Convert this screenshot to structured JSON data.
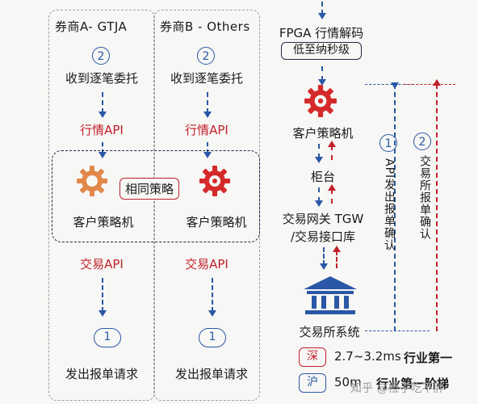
{
  "left": {
    "broker_a_title": "券商A- GTJA",
    "broker_b_title": "券商B - Others",
    "step2_num": "2",
    "step1_num": "1",
    "receive_order": "收到逐笔委托",
    "market_api": "行情API",
    "same_strategy": "相同策略",
    "client_strategy": "客户策略机",
    "trade_api": "交易API",
    "send_order": "发出报单请求"
  },
  "right": {
    "fpga": "FPGA 行情解码",
    "nano": "低至纳秒级",
    "client_strategy": "客户策略机",
    "counter": "柜台",
    "gateway_line1": "交易网关 TGW",
    "gateway_line2": "/交易接口库",
    "exchange": "交易所系统",
    "api_label": "API发出报单确认",
    "exchange_label": "交易所报单确认",
    "num1": "1",
    "num2": "2"
  },
  "legend": [
    {
      "tag": "深",
      "text": "2.7~3.2ms",
      "bold": "行业第一"
    },
    {
      "tag": "沪",
      "text": "50m",
      "bold": "行业第一阶梯"
    }
  ],
  "watermark": "知乎 @橙子吃不胖",
  "colors": {
    "blue": "#2a57a6",
    "red": "#c0202a",
    "orange": "#e2884a"
  }
}
